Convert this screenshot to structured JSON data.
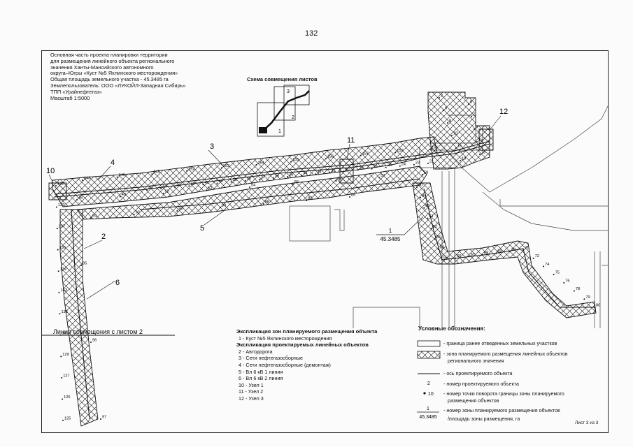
{
  "page_number": "132",
  "title_block": {
    "lines": [
      "Основная часть проекта планировки территории",
      "для размещения линейного объекта регионального",
      "значения Ханты-Мансийского автономного",
      "округа–Югры «Куст №5 Яхлинского месторождения»",
      "Общая площадь земельного  участка - 45.3485 га",
      "Землепользователь: ООО «ЛУКОЙЛ-Западная Сибирь»",
      "ТПП «Урайнефтегаз»",
      "Масштаб 1:5000"
    ]
  },
  "scheme": {
    "title": "Схема совмещения листов",
    "sheets": [
      "3",
      "2",
      "1"
    ]
  },
  "map": {
    "object_labels": [
      "2",
      "3",
      "4",
      "5",
      "6",
      "10",
      "11",
      "12"
    ],
    "zone_label": {
      "number": "1",
      "area": "45.3485"
    },
    "point_labels": {
      "top_line": [
        "148",
        "146",
        "145",
        "152",
        "153",
        "154",
        "155",
        "156",
        "157",
        "159",
        "161"
      ],
      "mid_line": [
        "45",
        "44",
        "43",
        "42",
        "41",
        "40",
        "39",
        "38",
        "37",
        "36",
        "35",
        "34",
        "33",
        "31",
        "30",
        "28",
        "26",
        "25",
        "24",
        "23",
        "21"
      ],
      "lower_line": [
        "48",
        "49",
        "50",
        "52",
        "54",
        "55",
        "56",
        "57",
        "58"
      ],
      "bottom_line": [
        "94",
        "92",
        "90",
        "89",
        "88",
        "87",
        "86"
      ],
      "left_vertical": [
        "142",
        "139",
        "137",
        "136",
        "134",
        "133",
        "132",
        "131",
        "129",
        "127",
        "126",
        "125"
      ],
      "left_vertical_right": [
        "95",
        "96",
        "97"
      ],
      "right_vertical": [
        "60",
        "84",
        "85",
        "61",
        "62",
        "83",
        "63",
        "65",
        "66",
        "67",
        "68",
        "69",
        "70",
        "71",
        "72",
        "74",
        "75",
        "76",
        "78",
        "79",
        "80"
      ],
      "upper_right": [
        "2",
        "5",
        "6",
        "7",
        "8",
        "9",
        "10",
        "15",
        "16",
        "18",
        "19"
      ]
    },
    "join_line_label": "Линия совмещения с листом 2"
  },
  "explication": {
    "zones_title": "Экспликация зон планируемого размещения объекта",
    "zones": [
      "1 - Куст №5 Яхлинского месторождения"
    ],
    "objects_title": "Экспликация проектируемых линейных объектов",
    "objects": [
      "2 - Автодорога",
      "3 - Сети нефтегазосборные",
      "4 - Сети нефтегазосборные (демонтаж)",
      "5 - Вл 6 кВ 1 линия",
      "6 - Вл 6 кВ 2 линия",
      "10 - Узел 1",
      "11 - Узел 2",
      "12 - Узел 3"
    ]
  },
  "legend": {
    "title": "Условные обозначения:",
    "items": [
      {
        "symbol": "box",
        "text": "- граница ранее отведенных земельных участков"
      },
      {
        "symbol": "hatch",
        "text": "- зона планируемого размещения линейных объектов",
        "text2": "регионального значения"
      },
      {
        "symbol": "line",
        "text": "- ось проектируемого объекта"
      },
      {
        "symbol": "number",
        "sample": "2",
        "text": "- номер проектируемого объекта"
      },
      {
        "symbol": "point",
        "sample": "10",
        "text": "- номер точки поворота границы зоны планируемого",
        "text2": "размещения объектов"
      },
      {
        "symbol": "fraction",
        "numerator": "1",
        "denominator": "45.3485",
        "text": "- номер зоны планируемого размещения объектов",
        "text2": "/площадь зоны размещения, га"
      }
    ]
  },
  "sheet_label": "Лист 3 из 3"
}
